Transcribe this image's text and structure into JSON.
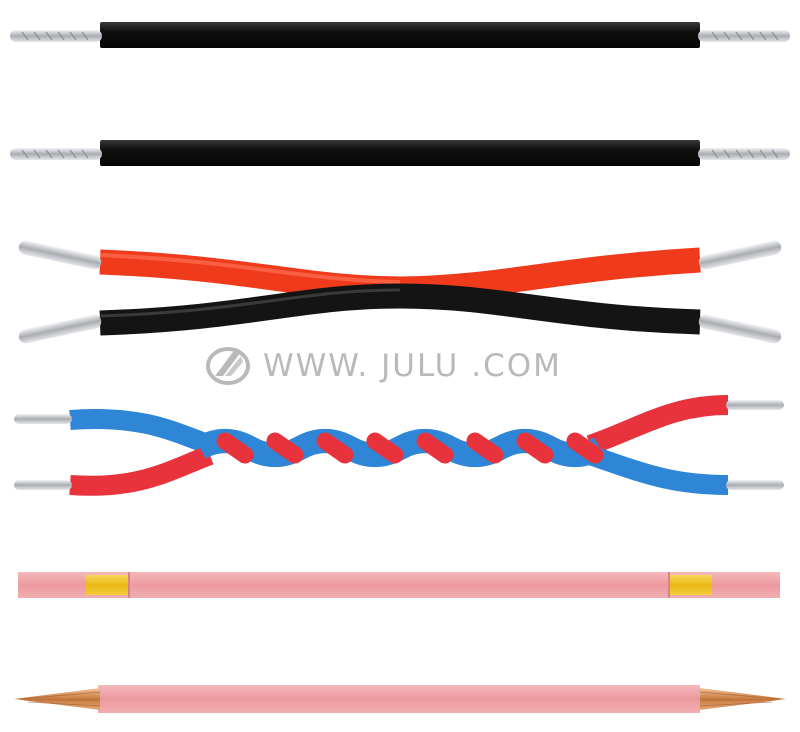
{
  "image": {
    "subject": "wires",
    "colors": {
      "black_insulation": "#141414",
      "red_insulation": "#ef3a1c",
      "blue_insulation": "#2f86d6",
      "twisted_red": "#e8323c",
      "pink_insulation": "#ee9ea2",
      "yellow_band": "#f0c21c",
      "tinned_tip": "#c9cbcf",
      "copper_strands": "#d08a52",
      "watermark": "#b9b9b9"
    }
  },
  "watermark": {
    "text": "WWW. JULU .COM",
    "logo": "julu-logo"
  }
}
